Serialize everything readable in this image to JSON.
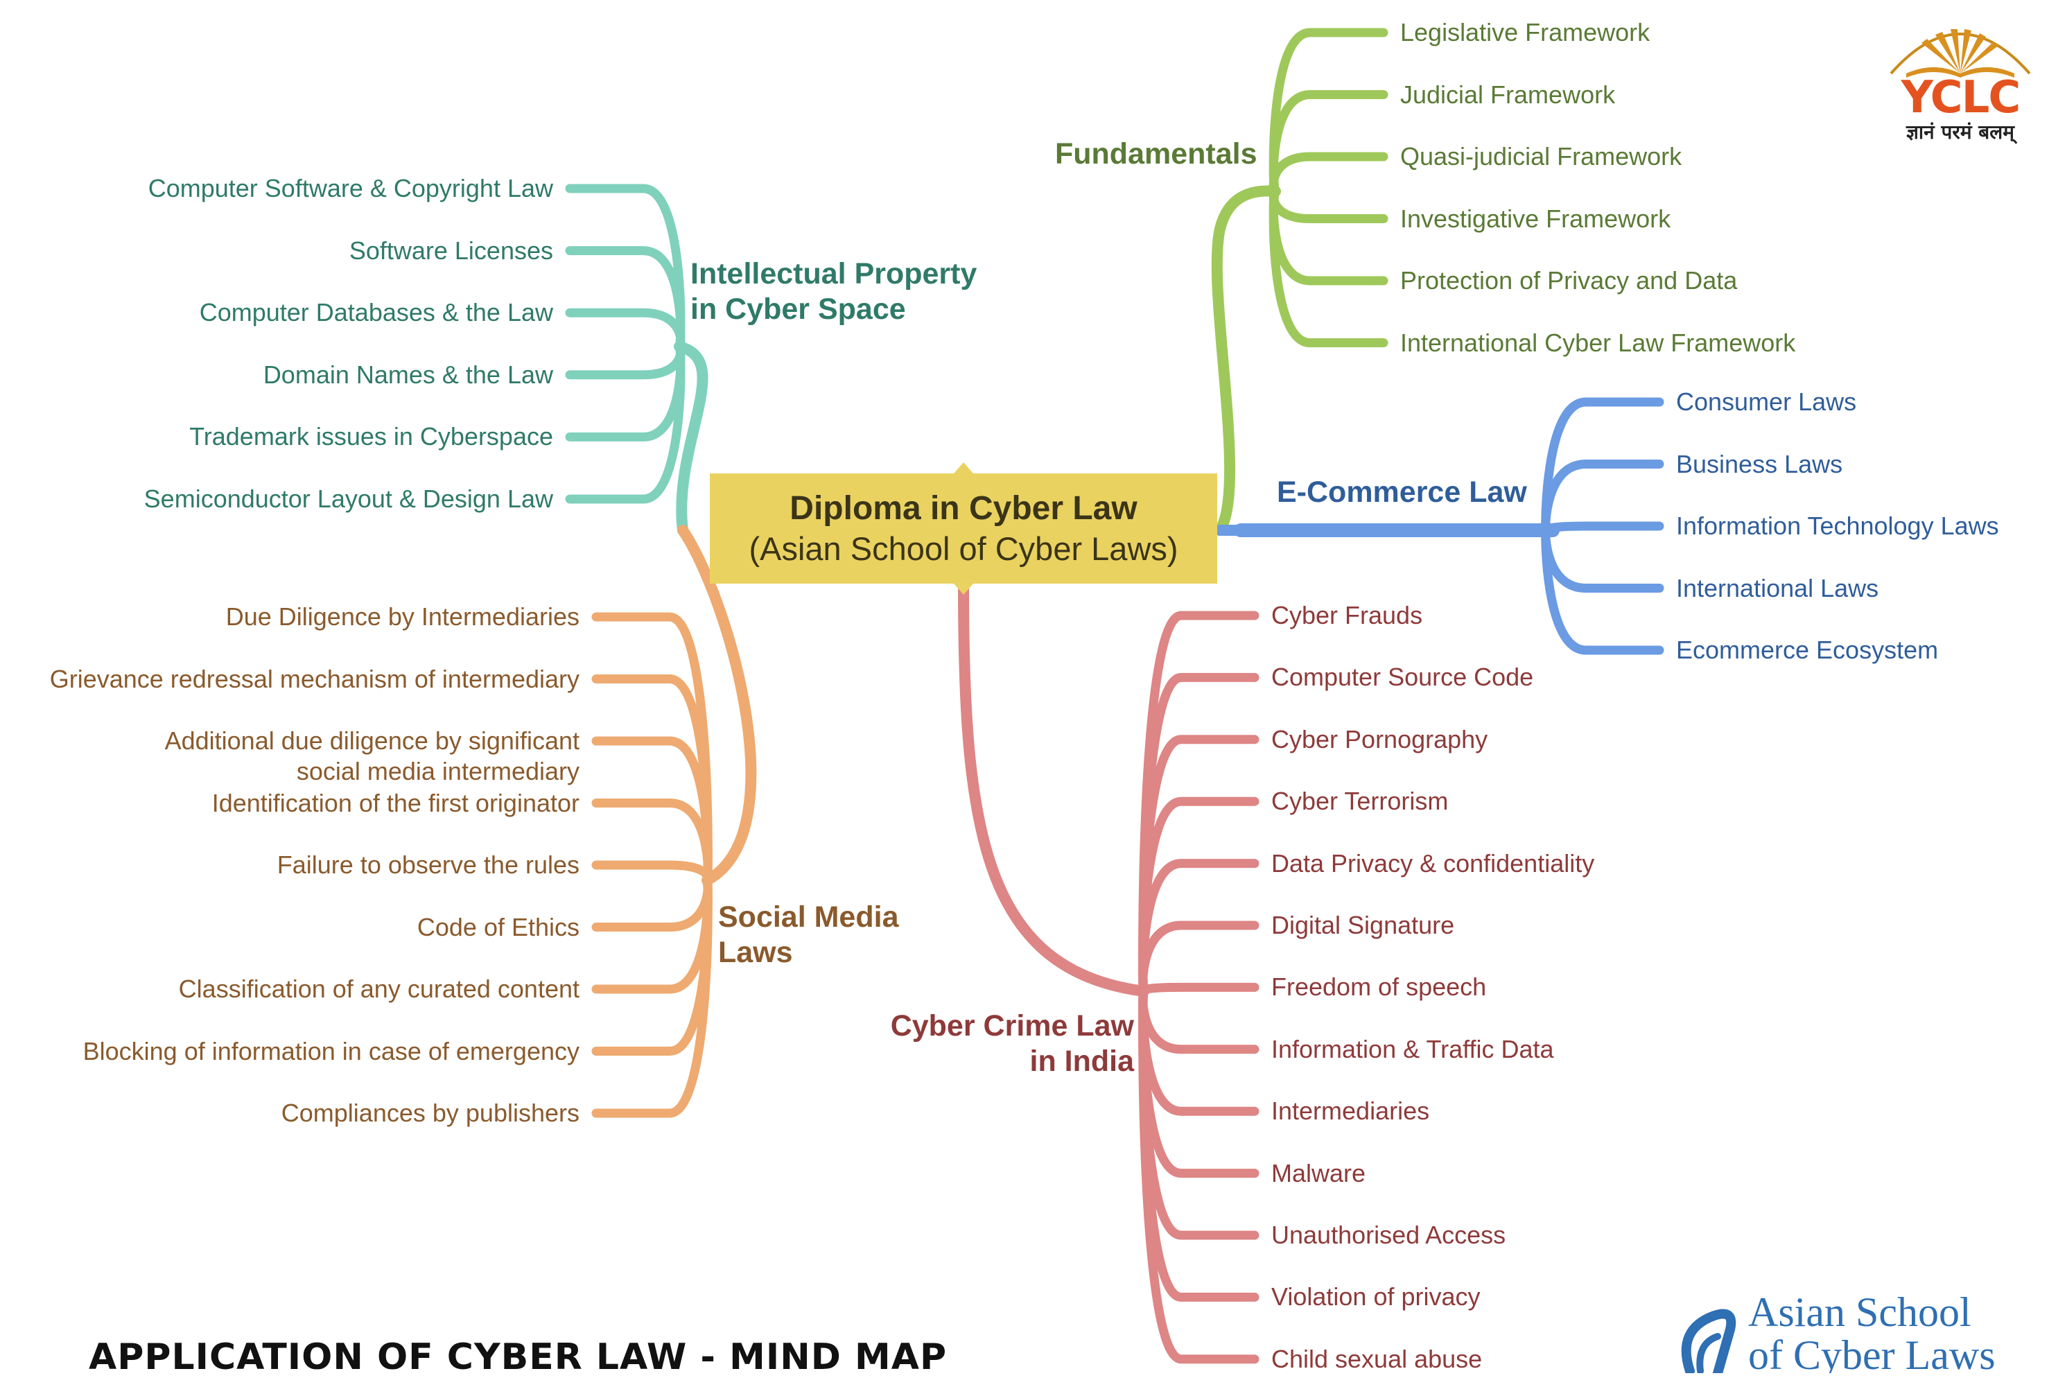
{
  "diagram": {
    "center": {
      "title": "Diploma in Cyber Law",
      "subtitle": "(Asian School of Cyber Laws)"
    },
    "branches": [
      {
        "id": "fundamentals",
        "label": "Fundamentals",
        "color": "#9fc85a",
        "text_color": "#5a7a35",
        "items": [
          "Legislative Framework",
          "Judicial Framework",
          "Quasi-judicial Framework",
          "Investigative Framework",
          "Protection of Privacy and Data",
          "International Cyber Law Framework"
        ]
      },
      {
        "id": "ecommerce",
        "label": "E-Commerce Law",
        "color": "#6a9be3",
        "text_color": "#2f5d9a",
        "items": [
          "Consumer Laws",
          "Business Laws",
          "Information Technology Laws",
          "International Laws",
          "Ecommerce Ecosystem"
        ]
      },
      {
        "id": "cybercrime",
        "label": "Cyber Crime Law\nin India",
        "color": "#de8585",
        "text_color": "#8e3a3a",
        "items": [
          "Cyber Frauds",
          "Computer Source Code",
          "Cyber Pornography",
          "Cyber Terrorism",
          "Data Privacy & confidentiality",
          "Digital Signature",
          "Freedom of speech",
          "Information & Traffic Data",
          "Intermediaries",
          "Malware",
          "Unauthorised Access",
          "Violation of privacy",
          "Child sexual abuse"
        ]
      },
      {
        "id": "ip",
        "label": "Intellectual Property\nin Cyber Space",
        "color": "#7fd1bc",
        "text_color": "#2f7a68",
        "items": [
          "Computer Software & Copyright Law",
          "Software Licenses",
          "Computer Databases & the Law",
          "Domain Names & the Law",
          "Trademark issues in Cyberspace",
          "Semiconductor Layout & Design Law"
        ]
      },
      {
        "id": "social",
        "label": "Social Media\nLaws",
        "color": "#eeaa70",
        "text_color": "#8a5a2c",
        "items": [
          "Due Diligence by Intermediaries",
          "Grievance redressal mechanism of intermediary",
          "Additional due diligence by significant social media intermediary",
          "Identification of the first originator",
          "Failure to observe the rules",
          "Code of Ethics",
          "Classification of any curated content",
          "Blocking of information in case of emergency",
          "Compliances by publishers"
        ]
      }
    ]
  },
  "center_color": "#ead261",
  "footer": {
    "title": "APPLICATION OF CYBER LAW - MIND MAP"
  },
  "logos": {
    "yclc": {
      "wordmark": "YCLC",
      "tagline": "ज्ञानं परमं बलम्",
      "color": "#e4531f"
    },
    "ascl": {
      "name": "Asian School\nof Cyber Laws",
      "color": "#2f6fb3"
    }
  }
}
